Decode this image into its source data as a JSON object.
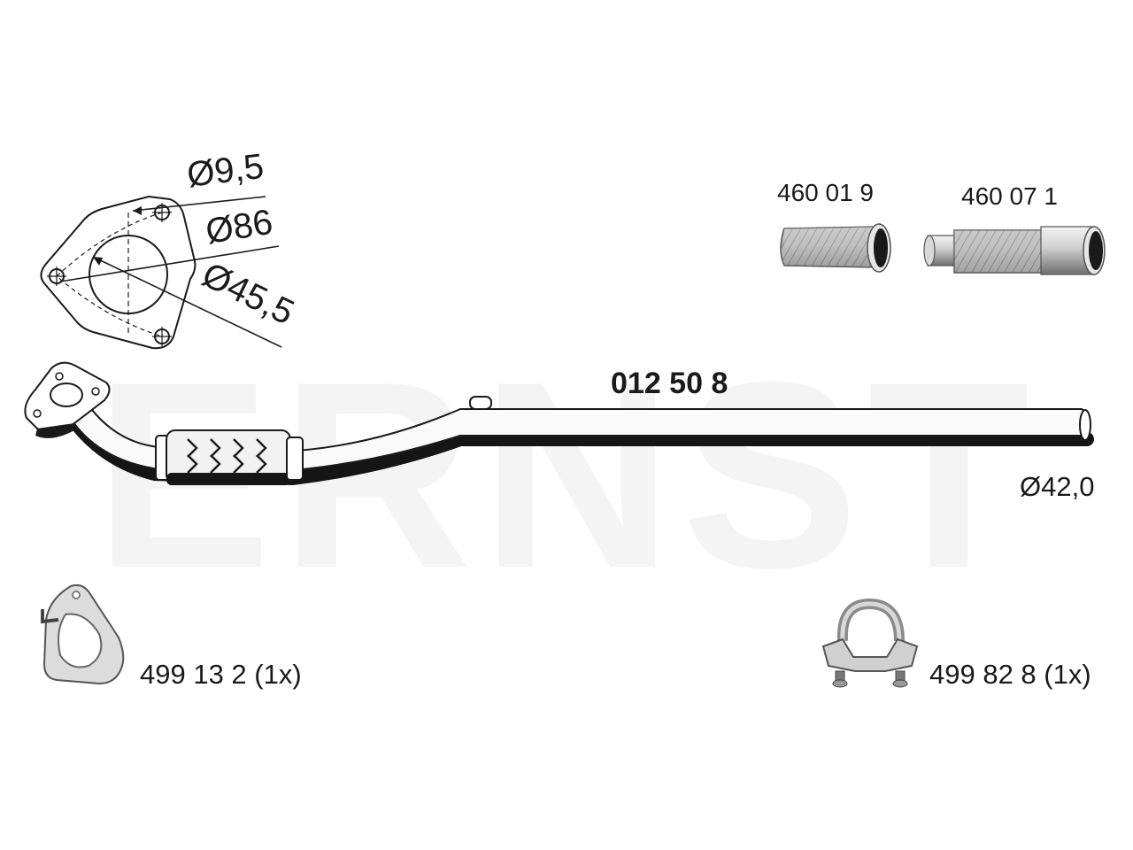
{
  "watermark": {
    "text": "ERNST",
    "color": "#f3f3f3"
  },
  "main_part": {
    "number": "012 50 8",
    "pipe_diameter": "Ø42,0"
  },
  "flange": {
    "hole_diameter": "Ø9,5",
    "bolt_circle_diameter": "Ø86",
    "bore_diameter": "Ø45,5"
  },
  "accessories": [
    {
      "number": "460 01 9",
      "icon": "flex-pipe-icon"
    },
    {
      "number": "460 07 1",
      "icon": "flex-pipe-with-sleeves-icon"
    },
    {
      "number": "499 13 2 (1x)",
      "icon": "gasket-icon"
    },
    {
      "number": "499 82 8 (1x)",
      "icon": "clamp-icon"
    }
  ],
  "colors": {
    "line": "#1a1a1a",
    "steel_light": "#e8e8e8",
    "steel_dark": "#7a7a7a"
  }
}
